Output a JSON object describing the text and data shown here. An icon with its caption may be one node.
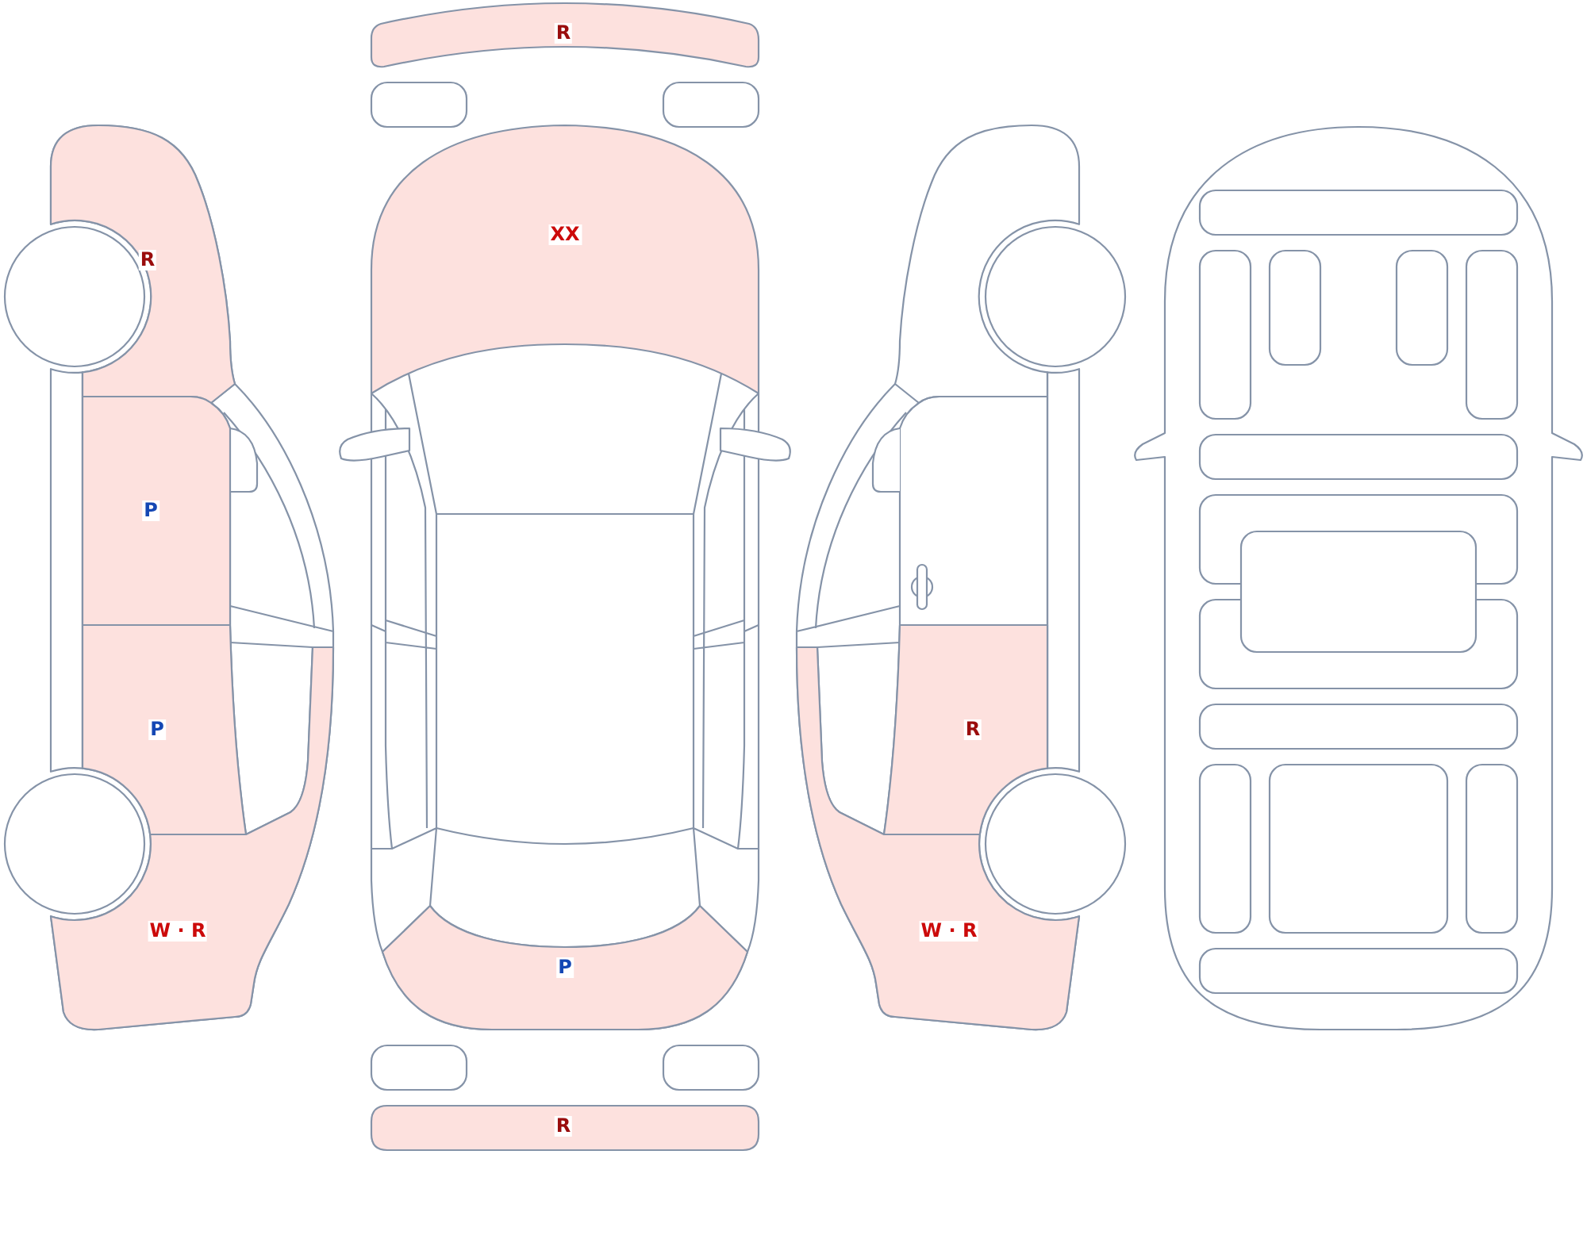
{
  "diagram": {
    "nodes": [
      {
        "text": [
          "R"
        ]
      },
      {
        "text": [
          "XX"
        ]
      },
      {
        "text": [
          "R"
        ]
      },
      {
        "text": [
          "P"
        ]
      },
      {
        "text": [
          "P"
        ]
      },
      {
        "text": [
          "R"
        ]
      },
      {
        "text": [
          "W · R"
        ]
      },
      {
        "text": [
          "W · R"
        ]
      },
      {
        "text": [
          "P"
        ]
      },
      {
        "text": [
          "R"
        ]
      }
    ]
  }
}
